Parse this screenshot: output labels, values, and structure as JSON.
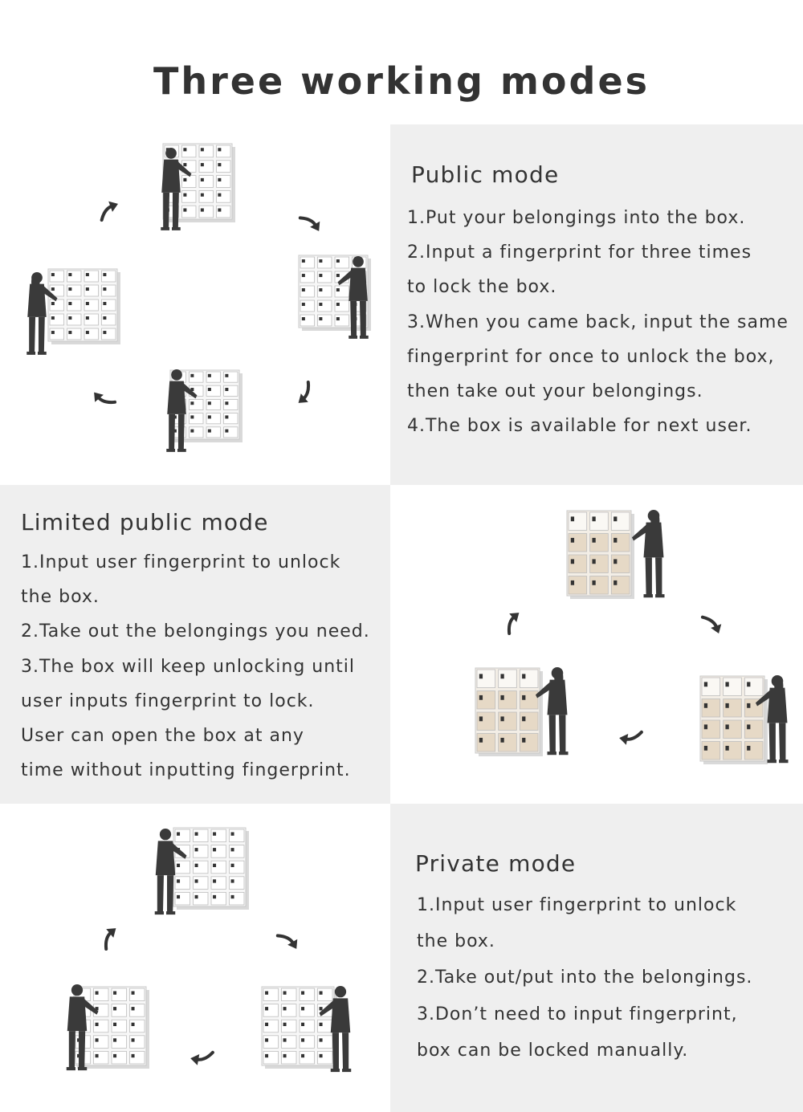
{
  "page": {
    "title": "Three working modes"
  },
  "modes": [
    {
      "title": "Public mode",
      "lines": [
        "1.Put your belongings into the box.",
        "2.Input a fingerprint for three times",
        "to lock the box.",
        "3.When you came back, input the same",
        "fingerprint for once to unlock the box,",
        "then take out your belongings.",
        "4.The box is available for next user."
      ]
    },
    {
      "title": "Limited public mode",
      "lines": [
        "1.Input user fingerprint to unlock",
        "the box.",
        "2.Take out the belongings you need.",
        "3.The box will keep unlocking until",
        "user inputs fingerprint to lock.",
        "User can open the box at any",
        "time without inputting fingerprint."
      ]
    },
    {
      "title": "Private mode",
      "lines": [
        "1.Input user fingerprint to unlock",
        "the box.",
        "2.Take out/put into the belongings.",
        "3.Don’t need to input fingerprint,",
        "box can be locked manually."
      ]
    }
  ],
  "icons": {
    "arrow": "curved-arrow-icon",
    "person": "person-silhouette-icon",
    "locker": "locker-cabinet-icon"
  },
  "colors": {
    "panel_gray": "#efefef",
    "text": "#333333",
    "silhouette": "#3a3a3a",
    "locker_white": "#f7f7f7",
    "locker_wood": "#e6d9c6"
  }
}
